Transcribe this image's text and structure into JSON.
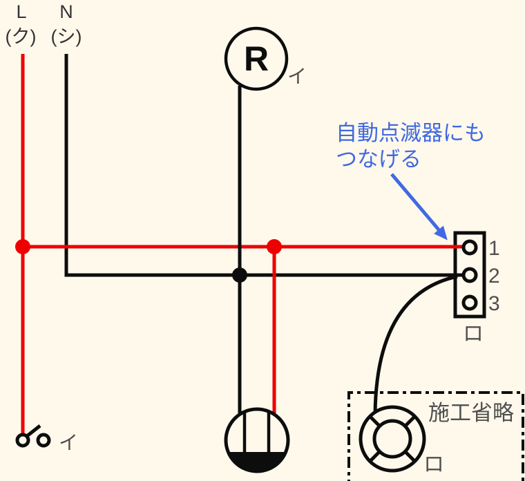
{
  "colors": {
    "background": "#FFF9EC",
    "wire_red": "#EE0000",
    "wire_black": "#0D0D0D",
    "label_dark": "#333333",
    "label_gray": "#4F4F4F",
    "annotation_blue": "#4169E1"
  },
  "power_source": {
    "live_label": "L",
    "live_wire_code": "(ク)",
    "neutral_label": "N",
    "neutral_wire_code": "(シ)"
  },
  "lamp_receptacle": {
    "symbol_letter": "R",
    "circuit_label": "イ"
  },
  "annotation": {
    "line1": "自動点滅器にも",
    "line2": "つなげる"
  },
  "terminal_block": {
    "terminal_labels": [
      "1",
      "2",
      "3"
    ],
    "device_label": "ロ"
  },
  "omitted_section": {
    "caption": "施工省略"
  },
  "outdoor_light": {
    "device_label": "ロ"
  },
  "switch": {
    "circuit_label": "イ"
  }
}
